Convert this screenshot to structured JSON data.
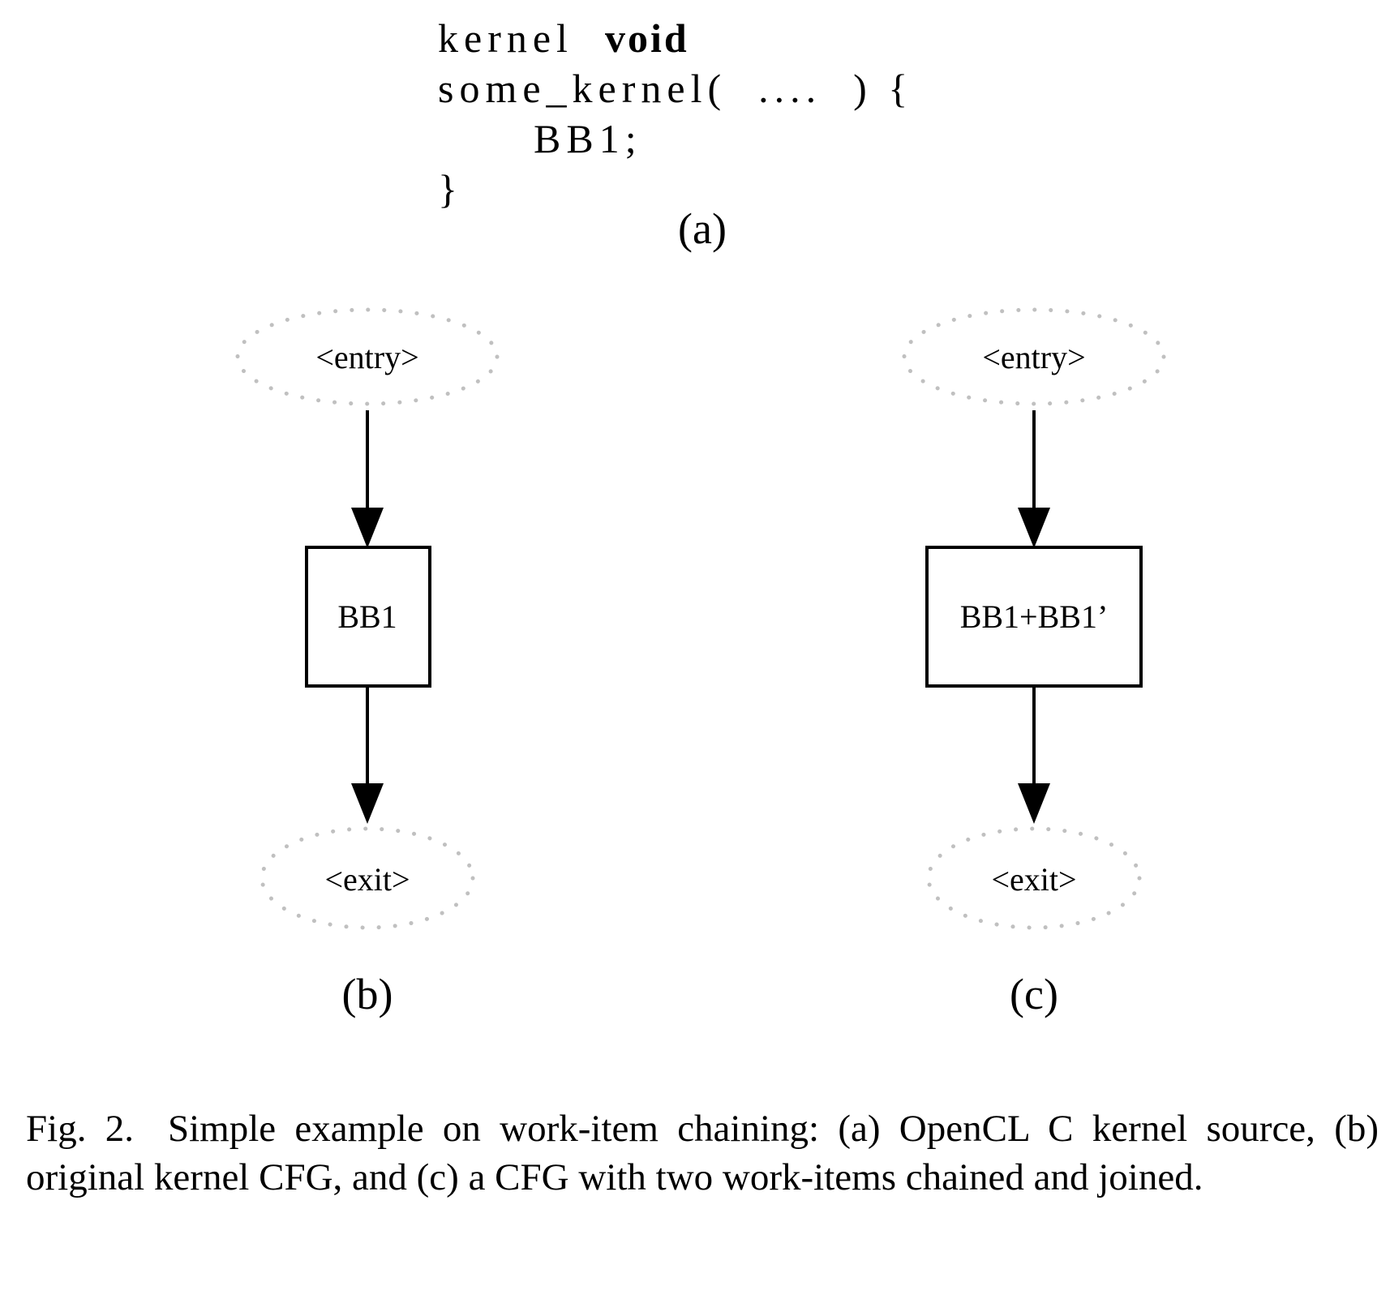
{
  "code": {
    "line1_prefix": "kernel",
    "line1_keyword": "void",
    "line2": "some_kernel(  ....  ) {",
    "line3": "BB1;",
    "line4": "}"
  },
  "subfigure_labels": {
    "a": "(a)",
    "b": "(b)",
    "c": "(c)"
  },
  "cfg_b": {
    "entry": "<entry>",
    "block": "BB1",
    "exit": "<exit>"
  },
  "cfg_c": {
    "entry": "<entry>",
    "block": "BB1+BB1’",
    "exit": "<exit>"
  },
  "caption": {
    "label": "Fig. 2.",
    "text": "Simple example on work-item chaining: (a) OpenCL C kernel source, (b) original kernel CFG, and (c) a CFG with two work-items chained and joined."
  },
  "colors": {
    "dotted_node": "#c0c0c0",
    "ink": "#000000"
  }
}
